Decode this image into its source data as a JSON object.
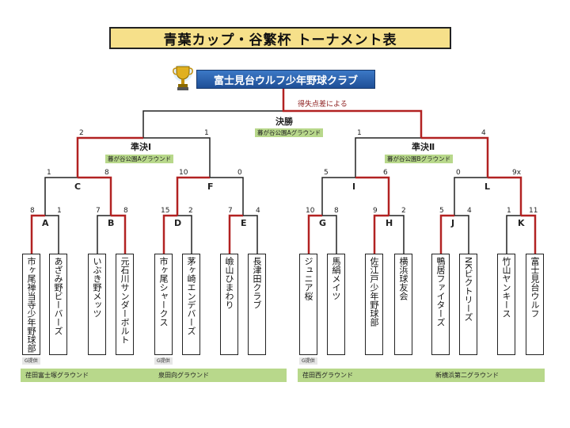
{
  "title": "青葉カップ・谷繁杯 トーナメント表",
  "winner": "富士見台ウルフ少年野球クラブ",
  "final": {
    "name": "決勝",
    "venue": "暮が谷公園Aグラウンド",
    "rule": "得失点差による",
    "score_left": "2",
    "score_right": "1",
    "top_left": "1",
    "top_right": "4"
  },
  "semis": [
    {
      "name": "準決Ⅰ",
      "venue": "暮が谷公園Aグラウンド"
    },
    {
      "name": "準決Ⅱ",
      "venue": "暮が谷公園Bグラウンド"
    }
  ],
  "qf": [
    {
      "name": "C",
      "s1": "1",
      "s2": "8"
    },
    {
      "name": "F",
      "s1": "10",
      "s2": "0"
    },
    {
      "name": "I",
      "s1": "5",
      "s2": "6"
    },
    {
      "name": "L",
      "s1": "0",
      "s2": "9x"
    }
  ],
  "r1": [
    {
      "name": "A",
      "s1": "8",
      "s2": "1"
    },
    {
      "name": "B",
      "s1": "7",
      "s2": "8"
    },
    {
      "name": "D",
      "s1": "15",
      "s2": "2"
    },
    {
      "name": "E",
      "s1": "7",
      "s2": "4"
    },
    {
      "name": "G",
      "s1": "10",
      "s2": "8"
    },
    {
      "name": "H",
      "s1": "9",
      "s2": "2"
    },
    {
      "name": "J",
      "s1": "5",
      "s2": "4"
    },
    {
      "name": "K",
      "s1": "1",
      "s2": "11"
    }
  ],
  "teams": [
    "市ヶ尾禅当寺少年野球部",
    "あざみ野ビーバーズ",
    "いぶき野メッツ",
    "元石川サンダーボルト",
    "市ヶ尾シャークス",
    "茅ヶ崎エンデバーズ",
    "嶮山ひまわり",
    "長津田クラブ",
    "ジュニア桜",
    "馬絹メイツ",
    "佐江戸少年野球部",
    "横浜球友会",
    "鴨居ファイターズ",
    "NKビクトリーズ",
    "竹山ヤンキース",
    "富士見台ウルフ"
  ],
  "notes": [
    "G提供",
    "G提供",
    "G提供"
  ],
  "ground_venues": [
    "荏田富士塚グラウンド",
    "泉田向グラウンド",
    "荏田西グラウンド",
    "新横浜第二グラウンド"
  ],
  "colors": {
    "title_bg": "#f6e08a",
    "winner_bg": "#2a5fae",
    "win_line": "#b22222",
    "venue_bg": "#b8d88b"
  }
}
